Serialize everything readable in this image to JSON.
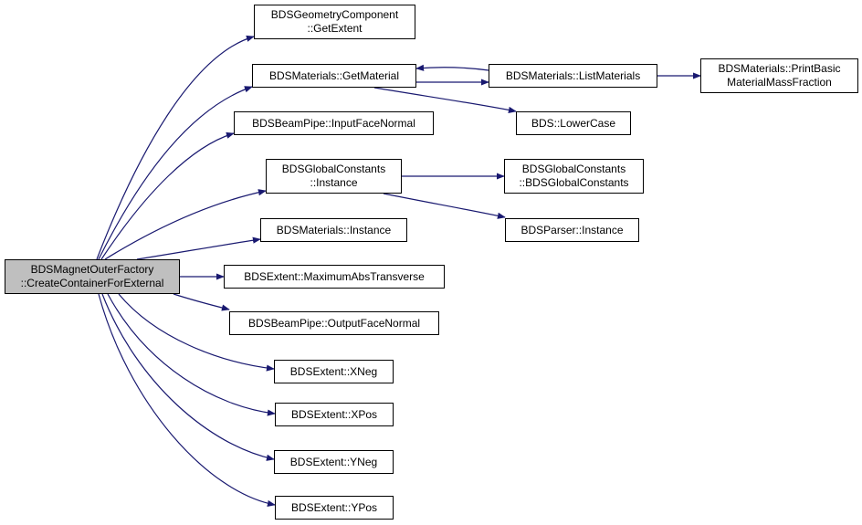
{
  "graph": {
    "edge_color": "#191970",
    "root_fill": "#bfbfbf",
    "node_fill": "#ffffff",
    "nodes": {
      "root": [
        "BDSMagnetOuterFactory",
        "::CreateContainerForExternal"
      ],
      "geom_extent": [
        "BDSGeometryComponent",
        "::GetExtent"
      ],
      "get_material": [
        "BDSMaterials::GetMaterial"
      ],
      "list_materials": [
        "BDSMaterials::ListMaterials"
      ],
      "print_basic": [
        "BDSMaterials::PrintBasic",
        "MaterialMassFraction"
      ],
      "lower_case": [
        "BDS::LowerCase"
      ],
      "input_face": [
        "BDSBeamPipe::InputFaceNormal"
      ],
      "gc_instance": [
        "BDSGlobalConstants",
        "::Instance"
      ],
      "gc_ctor": [
        "BDSGlobalConstants",
        "::BDSGlobalConstants"
      ],
      "parser_instance": [
        "BDSParser::Instance"
      ],
      "mat_instance": [
        "BDSMaterials::Instance"
      ],
      "max_abs": [
        "BDSExtent::MaximumAbsTransverse"
      ],
      "output_face": [
        "BDSBeamPipe::OutputFaceNormal"
      ],
      "xneg": [
        "BDSExtent::XNeg"
      ],
      "xpos": [
        "BDSExtent::XPos"
      ],
      "yneg": [
        "BDSExtent::YNeg"
      ],
      "ypos": [
        "BDSExtent::YPos"
      ]
    }
  }
}
